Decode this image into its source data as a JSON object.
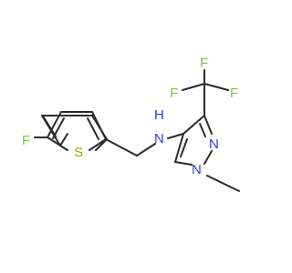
{
  "molecule": {
    "atoms": {
      "fluorine_thiophene": "F",
      "sulfur": "S",
      "amine_nitrogen": "N",
      "amine_hydrogen": "H",
      "pyrazole_n2": "N",
      "pyrazole_n1": "N",
      "cf3_f_top": "F",
      "cf3_f_left": "F",
      "cf3_f_right": "F"
    },
    "colors": {
      "bond": "#2b2b2b",
      "fluorine": "#7cc44a",
      "sulfur": "#b5a000",
      "nitrogen": "#2f3fd6"
    }
  }
}
